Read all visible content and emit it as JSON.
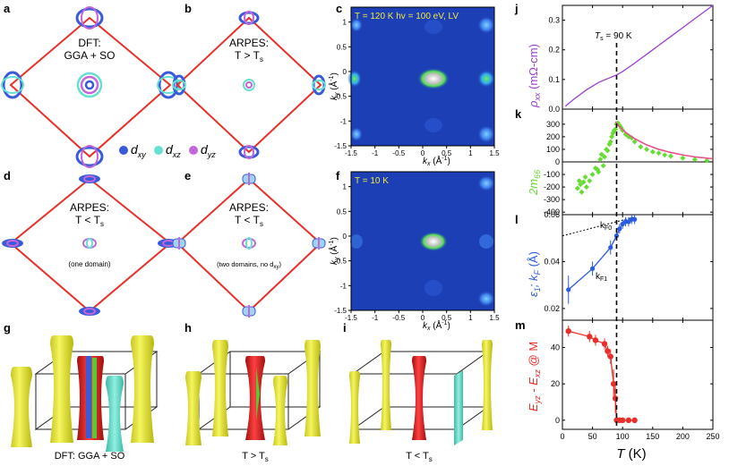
{
  "panel_letters": {
    "a": "a",
    "b": "b",
    "c": "c",
    "d": "d",
    "e": "e",
    "f": "f",
    "g": "g",
    "h": "h",
    "i": "i",
    "j": "j",
    "k": "k",
    "l": "l",
    "m": "m"
  },
  "panel_a": {
    "line1": "DFT:",
    "line2": "GGA + SO"
  },
  "panel_b": {
    "line1": "ARPES:",
    "line2": "T > T",
    "sub": "s"
  },
  "panel_d": {
    "line1": "ARPES:",
    "line2": "T < T",
    "sub": "s",
    "note": "(one domain)"
  },
  "panel_e": {
    "line1": "ARPES:",
    "line2": "T < T",
    "sub": "s",
    "note": "(two domains, no d",
    "note_sub": "xy",
    "note_end": ")"
  },
  "orbital_legend": {
    "items": [
      {
        "main": "d",
        "sub": "xy",
        "color": "#3a5bd9"
      },
      {
        "main": "d",
        "sub": "xz",
        "color": "#66e0d0"
      },
      {
        "main": "d",
        "sub": "yz",
        "color": "#c266d9"
      }
    ]
  },
  "panel_c": {
    "title": "T = 120 K  hv = 100 eV, LV"
  },
  "panel_f": {
    "title": "T = 10 K"
  },
  "arpes_axes": {
    "x_ticks": [
      "-1.5",
      "-1",
      "-0.5",
      "0",
      "0.5",
      "1",
      "1.5"
    ],
    "y_ticks": [
      "1",
      "0.5",
      "0",
      "-0.5",
      "-1",
      "-1.5"
    ],
    "xlabel_main": "k",
    "xlabel_sub": "x",
    "xlabel_unit": " (Å",
    "xlabel_exp": "-1",
    "xlabel_end": ")",
    "ylabel_main": "k",
    "ylabel_sub": "y",
    "ylabel_unit": " (Å",
    "ylabel_exp": "-1",
    "ylabel_end": ")"
  },
  "panel_g_caption": "DFT: GGA + SO",
  "panel_h_caption": {
    "main": "T > T",
    "sub": "s"
  },
  "panel_i_caption": {
    "main": "T < T",
    "sub": "s"
  },
  "ts_annotation": {
    "main": "T",
    "sub": "s",
    "end": " = 90 K"
  },
  "kf_labels": {
    "kf0_main": "k",
    "kf0_sub": "F0",
    "kf1_main": "k",
    "kf1_sub": "F1"
  },
  "colors": {
    "red_frame": "#e8302a",
    "purple": "#9b3fd0",
    "green": "#66dd33",
    "blue": "#2a5be0",
    "red": "#e8302a",
    "yellow": "#e8e830",
    "cyan": "#5ee0c8",
    "map_bg": "#1d3fb5"
  },
  "chart_data": [
    {
      "id": "j",
      "type": "line",
      "ylabel_main": "ρ",
      "ylabel_sub": "xx",
      "ylabel_unit": " (mΩ-cm)",
      "xlim": [
        0,
        250
      ],
      "ylim": [
        0,
        0.35
      ],
      "yticks": [
        "0.0",
        "0.1",
        "0.2",
        "0.3"
      ],
      "x": [
        5,
        20,
        40,
        60,
        80,
        90,
        100,
        120,
        140,
        160,
        180,
        200,
        220,
        240,
        250
      ],
      "y": [
        0.01,
        0.035,
        0.065,
        0.09,
        0.107,
        0.115,
        0.127,
        0.155,
        0.185,
        0.215,
        0.245,
        0.275,
        0.305,
        0.335,
        0.35
      ]
    },
    {
      "id": "k",
      "type": "scatter",
      "ylabel_main": "2m",
      "ylabel_sub": "66",
      "xlim": [
        0,
        250
      ],
      "ylim": [
        -420,
        420
      ],
      "yticks": [
        "300",
        "200",
        "100",
        "0",
        "-100",
        "-200",
        "-300",
        "-400"
      ],
      "x": [
        25,
        28,
        30,
        32,
        35,
        38,
        40,
        45,
        50,
        55,
        58,
        60,
        63,
        65,
        68,
        70,
        73,
        75,
        78,
        80,
        82,
        84,
        86,
        88,
        90,
        92,
        95,
        98,
        100,
        105,
        110,
        115,
        120,
        130,
        140,
        150,
        160,
        170,
        180,
        200,
        220,
        240
      ],
      "y": [
        -210,
        -150,
        -180,
        -240,
        -160,
        -120,
        -200,
        -150,
        -100,
        -50,
        -60,
        -80,
        20,
        60,
        -30,
        40,
        100,
        90,
        140,
        160,
        200,
        230,
        250,
        260,
        300,
        310,
        290,
        270,
        250,
        220,
        200,
        190,
        160,
        120,
        100,
        80,
        70,
        55,
        45,
        30,
        20,
        10
      ],
      "fit_x": [
        88,
        95,
        105,
        120,
        140,
        160,
        180,
        200,
        220,
        240,
        250
      ],
      "fit_y": [
        320,
        280,
        235,
        185,
        135,
        100,
        75,
        55,
        40,
        30,
        25
      ]
    },
    {
      "id": "l",
      "type": "scatter",
      "ylabel_main": "ε",
      "ylabel_sub": "1",
      "ylabel_mid": "; k",
      "ylabel_sub2": "F",
      "ylabel_unit": " (Å)",
      "xlim": [
        0,
        250
      ],
      "ylim": [
        0.015,
        0.06
      ],
      "yticks": [
        "0.06",
        "0.04",
        "0.02"
      ],
      "x": [
        10,
        50,
        80,
        90,
        95,
        100,
        105,
        110,
        115,
        120
      ],
      "y": [
        0.028,
        0.037,
        0.046,
        0.051,
        0.054,
        0.056,
        0.057,
        0.057,
        0.058,
        0.058
      ],
      "err": [
        0.006,
        0.003,
        0.003,
        0.002,
        0.002,
        0.002,
        0.002,
        0.002,
        0.002,
        0.002
      ]
    },
    {
      "id": "m",
      "type": "line",
      "ylabel": "E - E @ M",
      "ylabel_parts": {
        "a": "E",
        "a_sub": "yz",
        "mid": " - E",
        "b_sub": "xz",
        "end": " @ M"
      },
      "xlabel_main": "T",
      "xlabel_end": " (K)",
      "xlim": [
        0,
        250
      ],
      "ylim": [
        -5,
        55
      ],
      "xticks": [
        "0",
        "50",
        "100",
        "150",
        "200",
        "250"
      ],
      "yticks": [
        "40",
        "20",
        "0"
      ],
      "x": [
        10,
        45,
        55,
        70,
        75,
        80,
        85,
        88,
        90,
        95,
        100,
        110,
        120
      ],
      "y": [
        49,
        46,
        44,
        42,
        38,
        35,
        20,
        12,
        0,
        0,
        0,
        0,
        0
      ],
      "err": [
        3,
        3,
        3,
        3,
        3,
        4,
        8,
        8,
        0,
        0,
        0,
        0,
        0
      ]
    }
  ]
}
